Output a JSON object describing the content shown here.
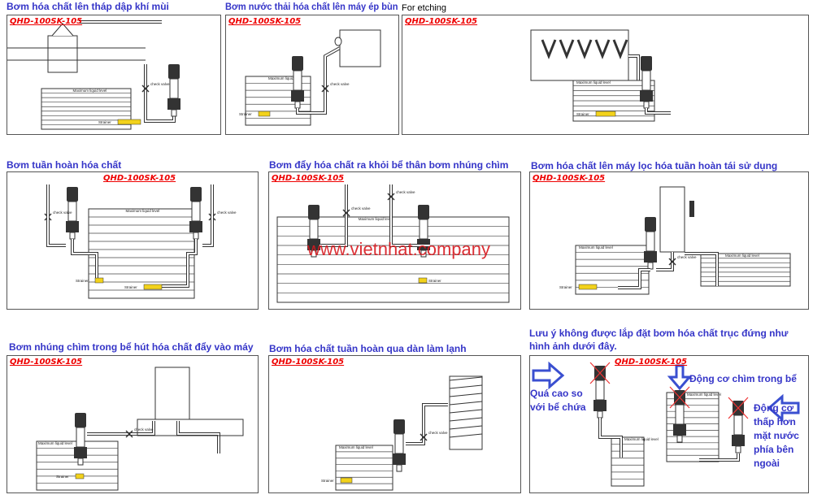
{
  "model": "QHD-100SK-105",
  "labels": {
    "check_valve": "check valve",
    "max_level": "Maximum liquid level",
    "strainer": "Strainer"
  },
  "panels": [
    {
      "title": "Bơm hóa chất lên tháp dập khí mùi"
    },
    {
      "title": "Bơm nước thải hóa chất lên máy ép bùn"
    },
    {
      "title": "For etching"
    },
    {
      "title": "Bơm tuần hoàn hóa chất"
    },
    {
      "title": "Bơm đẩy hóa chất ra khỏi bể thân bơm nhúng chìm"
    },
    {
      "title": "Bơm hóa chất lên máy lọc hóa tuần hoàn tái sử dụng"
    },
    {
      "title": "Bơm nhúng chìm trong bể hút hóa chất đẩy vào máy"
    },
    {
      "title": "Bơm hóa chất tuần hoàn qua dàn làm lạnh"
    },
    {
      "title": "Lưu ý không được lắp đặt bơm hóa chất trục đứng như hình ảnh dưới đây."
    }
  ],
  "warnings": {
    "too_high": "Quá cao so với bể chứa",
    "motor_submerged": "Động cơ chìm trong bể",
    "motor_lower": "Động cơ thấp hơn mặt nước phía bên ngoài"
  },
  "watermark": "www.vietnhat.company",
  "colors": {
    "title": "#3535c8",
    "model": "#e00000",
    "strainer": "#f2d21b",
    "arrow": "#3a4fd0"
  }
}
